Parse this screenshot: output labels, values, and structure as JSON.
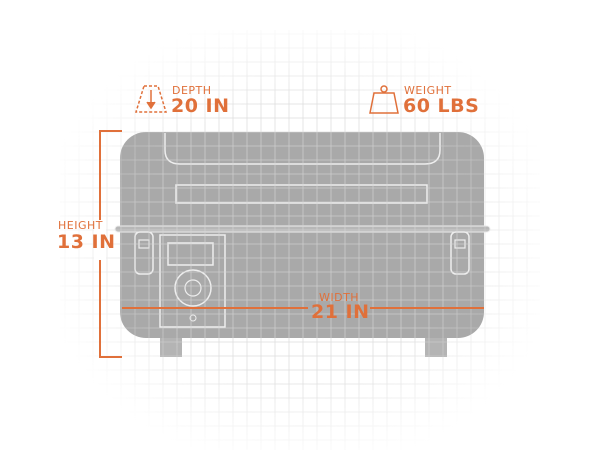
{
  "depth": {
    "label": "DEPTH",
    "value": "20 IN",
    "icon": "depth-arrow-icon"
  },
  "weight": {
    "label": "WEIGHT",
    "value": "60 LBS",
    "icon": "weight-icon"
  },
  "height": {
    "label": "HEIGHT",
    "value": "13 IN"
  },
  "width": {
    "label": "WIDTH",
    "value": "21 IN"
  },
  "colors": {
    "accent": "#e0703a",
    "body": "#a9a9a9",
    "grid": "#e4e4e4"
  }
}
